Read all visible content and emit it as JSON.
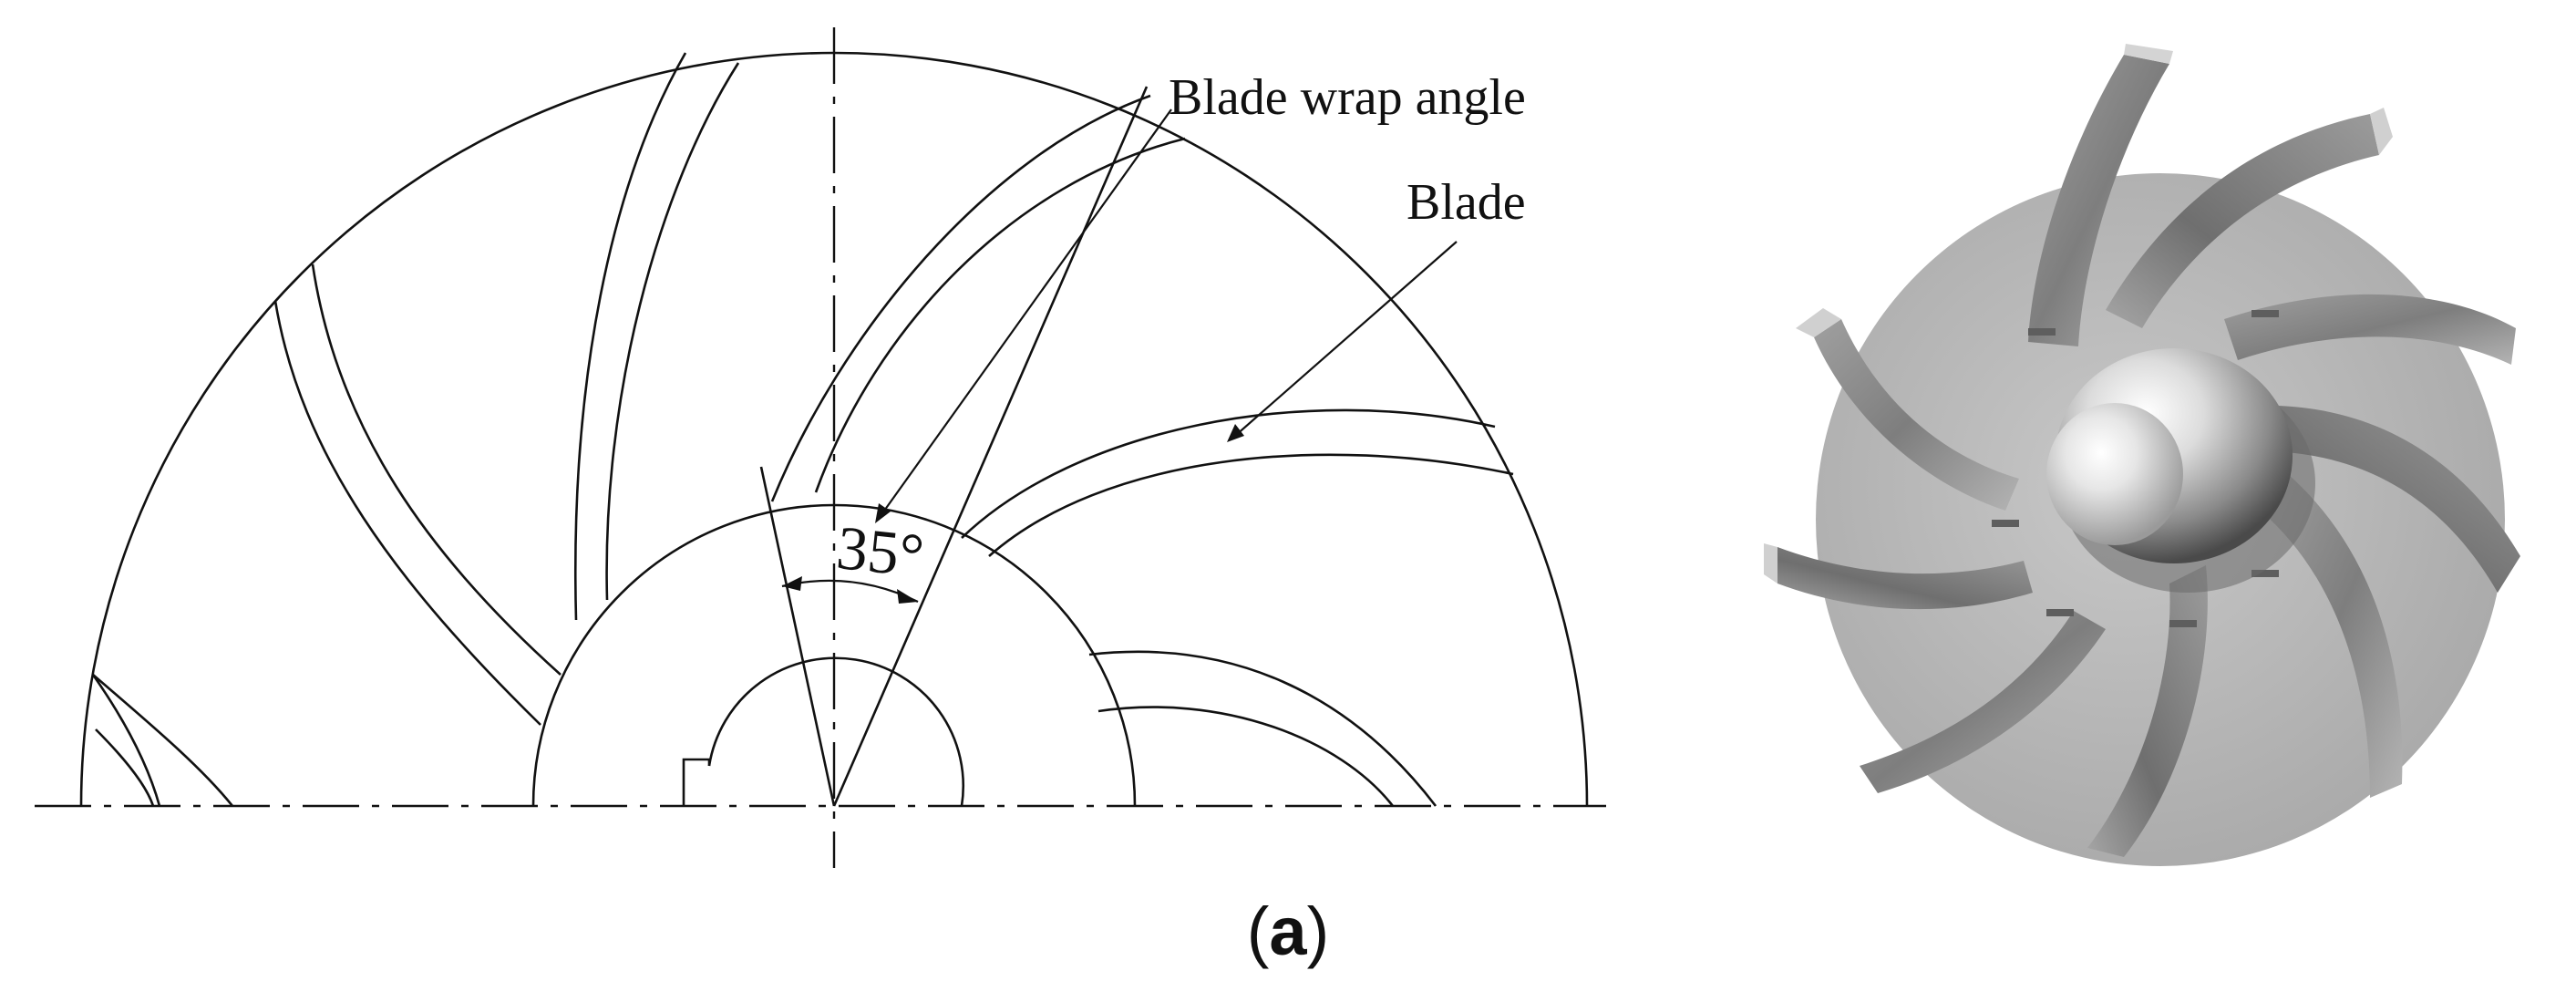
{
  "drawing": {
    "labels": {
      "wrap_angle": "Blade wrap angle",
      "blade": "Blade",
      "angle_value": "35°"
    }
  },
  "rendering": {
    "colors": {
      "disc": "#b9b9b9",
      "blade_face": "#8e8e8e",
      "blade_top": "#d6d6d6",
      "hub_highlight": "#f4f4f4",
      "hub_shadow": "#5a5a5a"
    }
  },
  "caption": {
    "open": "(",
    "letter": "a",
    "close": ")"
  }
}
